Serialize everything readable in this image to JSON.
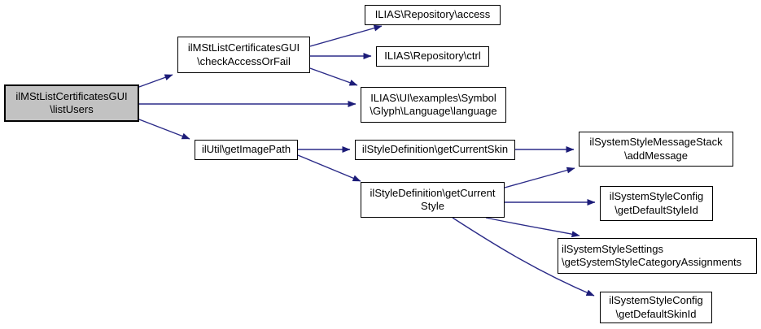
{
  "diagram": {
    "type": "doxygen-call-graph",
    "colors": {
      "background": "#ffffff",
      "node_fill": "#ffffff",
      "highlight_node_fill": "#c2c2c2",
      "node_border": "#000000",
      "edge": "#2b2b88",
      "arrowhead": "#1c1c78"
    },
    "nodes": {
      "listUsers": {
        "line1": "ilMStListCertificatesGUI",
        "line2": "\\listUsers",
        "highlighted": true
      },
      "checkAccessOrFail": {
        "line1": "ilMStListCertificatesGUI",
        "line2": "\\checkAccessOrFail"
      },
      "repoAccess": {
        "line1": "ILIAS\\Repository\\access",
        "line2": ""
      },
      "repoCtrl": {
        "line1": "ILIAS\\Repository\\ctrl",
        "line2": ""
      },
      "language": {
        "line1": "ILIAS\\UI\\examples\\Symbol",
        "line2": "\\Glyph\\Language\\language"
      },
      "getImagePath": {
        "line1": "ilUtil\\getImagePath",
        "line2": ""
      },
      "getCurrentSkin": {
        "line1": "ilStyleDefinition\\getCurrentSkin",
        "line2": ""
      },
      "getCurrentStyle": {
        "line1": "ilStyleDefinition\\getCurrent",
        "line2": "Style"
      },
      "addMessage": {
        "line1": "ilSystemStyleMessageStack",
        "line2": "\\addMessage"
      },
      "getDefaultStyleId": {
        "line1": "ilSystemStyleConfig",
        "line2": "\\getDefaultStyleId"
      },
      "categoryAssign": {
        "line1": "ilSystemStyleSettings",
        "line2": "\\getSystemStyleCategoryAssignments"
      },
      "getDefaultSkinId": {
        "line1": "ilSystemStyleConfig",
        "line2": "\\getDefaultSkinId"
      }
    },
    "edges": [
      {
        "from": "ilMStListCertificatesGUI\\listUsers",
        "to": "ilMStListCertificatesGUI\\checkAccessOrFail"
      },
      {
        "from": "ilMStListCertificatesGUI\\listUsers",
        "to": "ILIAS\\UI\\examples\\Symbol\\Glyph\\Language\\language"
      },
      {
        "from": "ilMStListCertificatesGUI\\listUsers",
        "to": "ilUtil\\getImagePath"
      },
      {
        "from": "ilMStListCertificatesGUI\\checkAccessOrFail",
        "to": "ILIAS\\Repository\\access"
      },
      {
        "from": "ilMStListCertificatesGUI\\checkAccessOrFail",
        "to": "ILIAS\\Repository\\ctrl"
      },
      {
        "from": "ilMStListCertificatesGUI\\checkAccessOrFail",
        "to": "ILIAS\\UI\\examples\\Symbol\\Glyph\\Language\\language"
      },
      {
        "from": "ilUtil\\getImagePath",
        "to": "ilStyleDefinition\\getCurrentSkin"
      },
      {
        "from": "ilUtil\\getImagePath",
        "to": "ilStyleDefinition\\getCurrentStyle"
      },
      {
        "from": "ilStyleDefinition\\getCurrentSkin",
        "to": "ilSystemStyleMessageStack\\addMessage"
      },
      {
        "from": "ilStyleDefinition\\getCurrentStyle",
        "to": "ilSystemStyleMessageStack\\addMessage"
      },
      {
        "from": "ilStyleDefinition\\getCurrentStyle",
        "to": "ilSystemStyleConfig\\getDefaultStyleId"
      },
      {
        "from": "ilStyleDefinition\\getCurrentStyle",
        "to": "ilSystemStyleSettings\\getSystemStyleCategoryAssignments"
      },
      {
        "from": "ilStyleDefinition\\getCurrentStyle",
        "to": "ilSystemStyleConfig\\getDefaultSkinId"
      }
    ]
  }
}
